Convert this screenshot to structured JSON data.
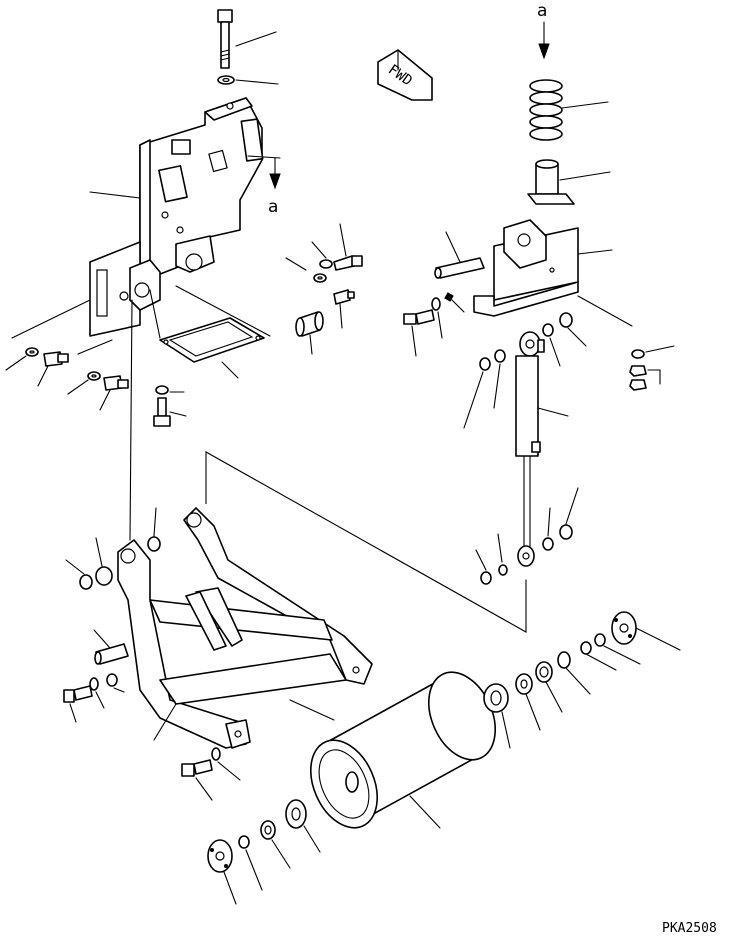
{
  "diagram": {
    "view_markers": [
      {
        "id": "top",
        "text": "a"
      },
      {
        "id": "bracket",
        "text": "a"
      }
    ],
    "direction_badge": "FWD",
    "drawing_code": "PKA2508",
    "colors": {
      "ink": "#000000",
      "paper": "#ffffff"
    },
    "icons": [
      "arrow-down-icon",
      "fwd-arrow-icon"
    ]
  }
}
